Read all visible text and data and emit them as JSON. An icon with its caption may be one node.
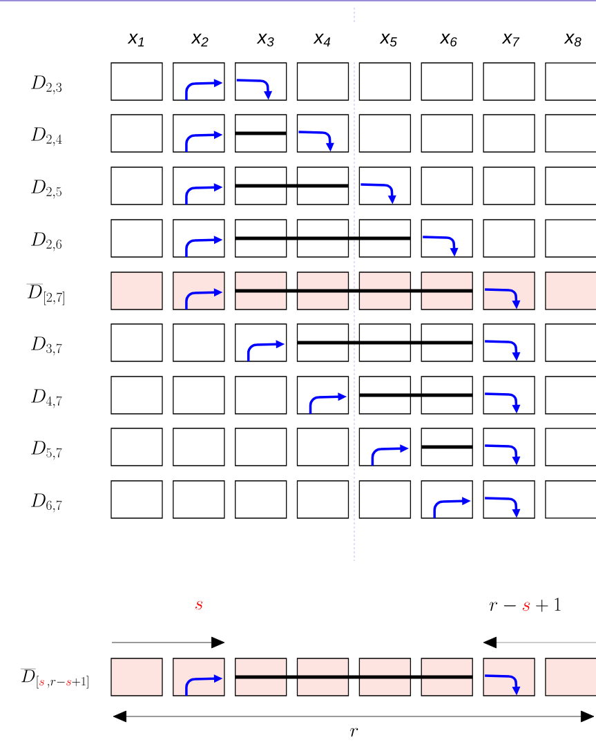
{
  "diagram": {
    "labels": [
      "x$_{1}$",
      "x$_{2}$",
      "x$_{3}$",
      "x$_{4}$",
      "x$_{5}$",
      "x$_{6}$",
      "x$_{7}$",
      "x$_{8}$",
      "D_{2,3}",
      "D_{2,4}",
      "D_{2,5}",
      "D_{2,6}",
      "\\overline{D}_{[2,7]}",
      "D_{3,7}",
      "D_{4,7}",
      "D_{5,7}",
      "D_{6,7}",
      "{\\color{red}s}",
      "r-{\\color{red}s}+1",
      "\\overline{D}_{[{\\color{red}s}\\,,r-{\\color{red}s}+1]}",
      "r"
    ]
  }
}
